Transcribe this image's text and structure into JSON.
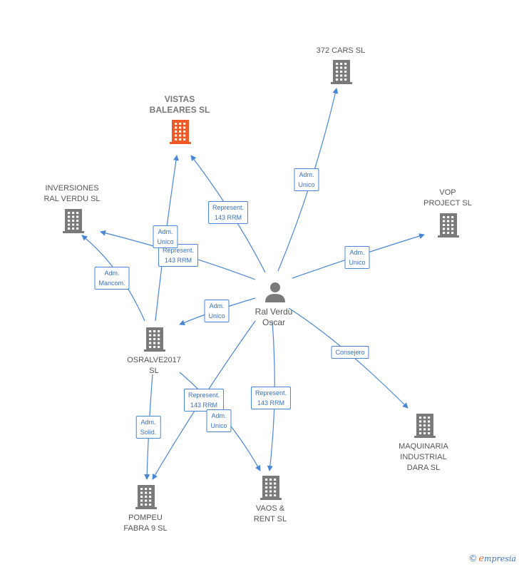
{
  "colors": {
    "edge": "#4a86d6",
    "building": "#7a7a7a",
    "building_highlight": "#f05a28",
    "person": "#7a7a7a"
  },
  "nodes": {
    "vistas_baleares": {
      "line1": "VISTAS",
      "line2": "BALEARES  SL",
      "icon": "building-icon-highlight"
    },
    "cars372": {
      "line1": "372 CARS  SL",
      "icon": "building-icon"
    },
    "inversiones": {
      "line1": "INVERSIONES",
      "line2": "RAL VERDU  SL",
      "icon": "building-icon"
    },
    "vop": {
      "line1": "VOP",
      "line2": "PROJECT  SL",
      "icon": "building-icon"
    },
    "ral_verdu": {
      "line1": "Ral Verdu",
      "line2": "Oscar",
      "icon": "person-icon"
    },
    "osralve": {
      "line1": "OSRALVE2017",
      "line2": "SL",
      "icon": "building-icon"
    },
    "maquinaria": {
      "line1": "MAQUINARIA",
      "line2": "INDUSTRIAL",
      "line3": "DARA SL",
      "icon": "building-icon"
    },
    "pompeu": {
      "line1": "POMPEU",
      "line2": "FABRA 9  SL",
      "icon": "building-icon"
    },
    "vaos": {
      "line1": "VAOS &",
      "line2": "RENT  SL",
      "icon": "building-icon"
    }
  },
  "edges": {
    "e1": {
      "line1": "Represent.",
      "line2": "143 RRM"
    },
    "e2": {
      "line1": "Adm.",
      "line2": "Unico"
    },
    "e3": {
      "line1": "Represent.",
      "line2": "143 RRM"
    },
    "e4": {
      "line1": "Adm.",
      "line2": "Unico"
    },
    "e5": {
      "line1": "Adm.",
      "line2": "Unico"
    },
    "e6": {
      "line1": "Adm.",
      "line2": "Mancom."
    },
    "e7": {
      "line1": "Adm.",
      "line2": "Unico"
    },
    "e8": {
      "line1": "Consejero"
    },
    "e9": {
      "line1": "Represent.",
      "line2": "143 RRM"
    },
    "e10": {
      "line1": "Adm.",
      "line2": "Unico"
    },
    "e11": {
      "line1": "Represent.",
      "line2": "143 RRM"
    },
    "e12": {
      "line1": "Adm.",
      "line2": "Solid."
    }
  },
  "footer": {
    "copyright": "©",
    "brand_initial": "e",
    "brand_rest": "mpresia"
  }
}
